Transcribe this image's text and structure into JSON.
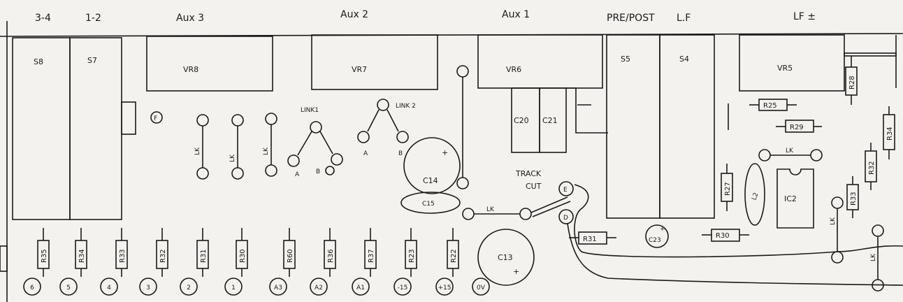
{
  "header_labels": [
    "3-4",
    "1-2",
    "Aux 3",
    "Aux 2",
    "Aux 1",
    "PRE/POST",
    "L.F",
    "LF ±"
  ],
  "switches": [
    "S8",
    "S7",
    "S5",
    "S4"
  ],
  "pots": [
    "VR8",
    "VR7",
    "VR6",
    "VR5"
  ],
  "links": {
    "link1": "LINK1",
    "link2": "LINK 2",
    "a": "A",
    "b": "B",
    "lk": "LK"
  },
  "markers": {
    "f": "F",
    "e": "E",
    "d": "D"
  },
  "track_cut": [
    "TRACK",
    "CUT"
  ],
  "capacitors": {
    "c20": "C20",
    "c21": "C21",
    "c14": "C14",
    "c15": "C15",
    "c13": "C13",
    "c23": "C23",
    "plus": "+"
  },
  "resistors_right": {
    "r25": "R25",
    "r29": "R29",
    "r28": "R28",
    "r34": "R34",
    "r32": "R32",
    "r33": "R33",
    "r27": "R27",
    "r31": "R31",
    "r30": "R30",
    "l2": "L2"
  },
  "ic": "IC2",
  "bottom_resistors": [
    "R35",
    "R34",
    "R33",
    "R32",
    "R31",
    "R30",
    "R60",
    "R36",
    "R37",
    "R23",
    "R22"
  ],
  "terminals": [
    "6",
    "5",
    "4",
    "3",
    "2",
    "1",
    "A3",
    "A2",
    "A1",
    "-15",
    "+15",
    "0V"
  ]
}
